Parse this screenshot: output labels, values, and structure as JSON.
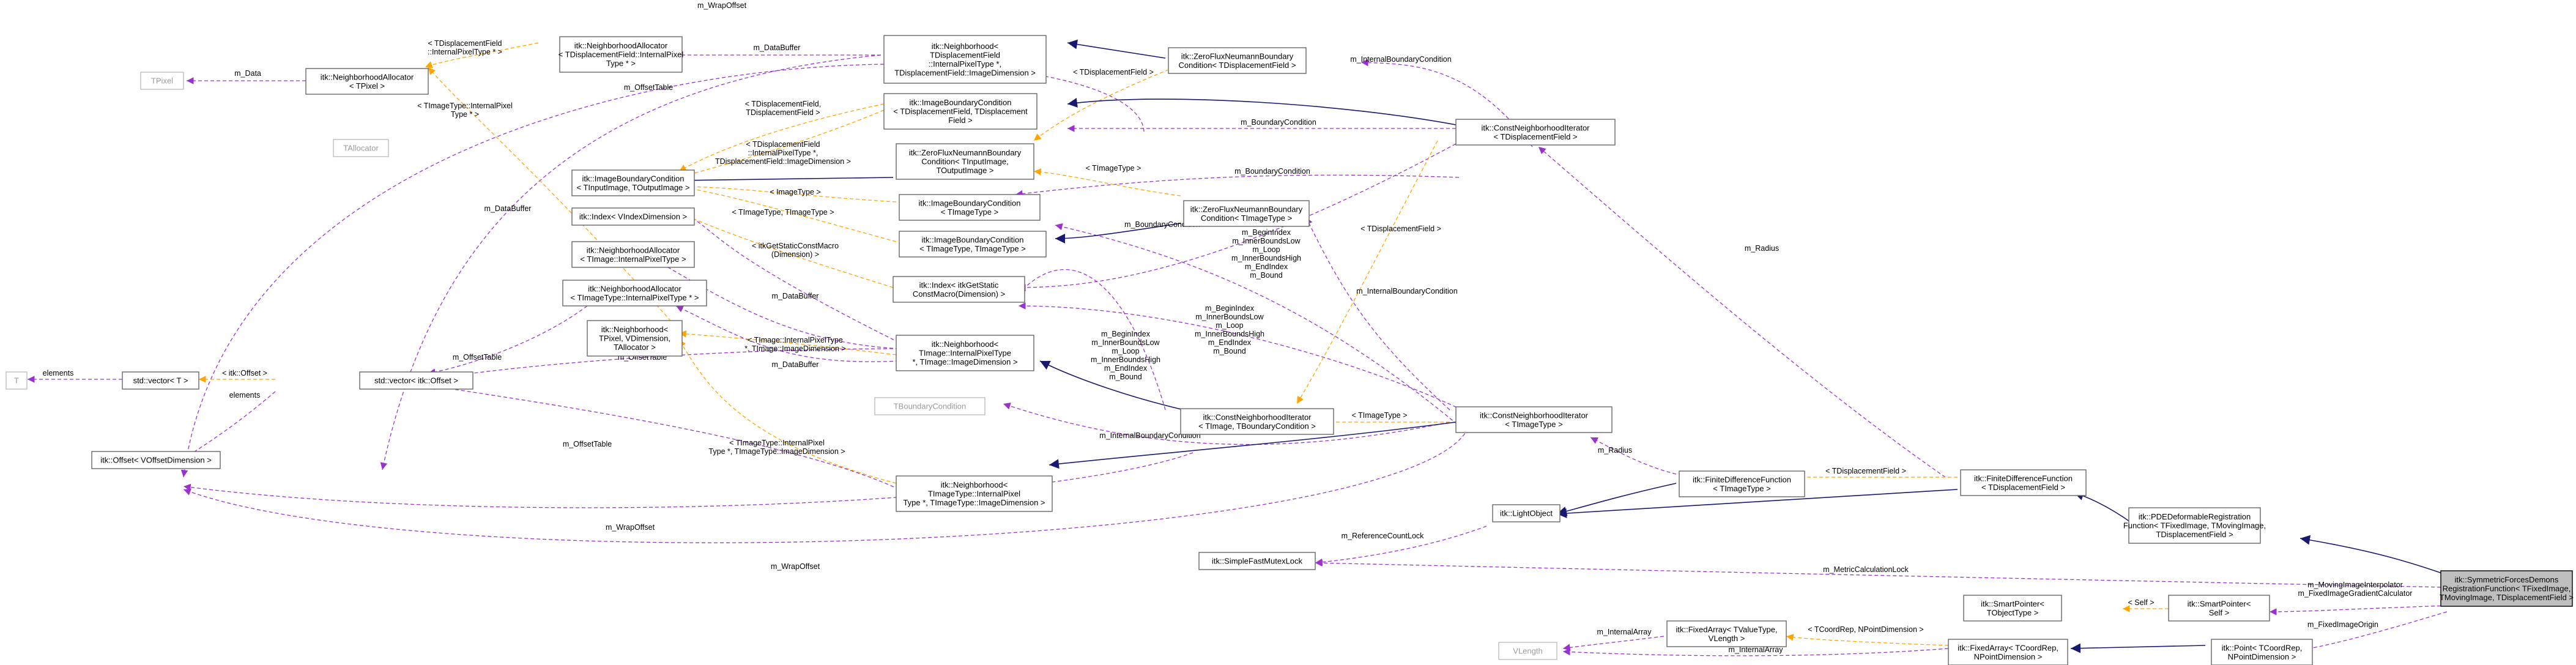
{
  "colors": {
    "inheritance": "#191970",
    "usage": "#9a32cd",
    "template": "#ffa500",
    "node_border": "#666666",
    "focus_fill": "#bfbfbf"
  },
  "nodes": {
    "tpixel": [
      "TPixel"
    ],
    "na_tpixel": [
      "itk::NeighborhoodAllocator",
      "< TPixel >"
    ],
    "na_tdf_ipt": [
      "itk::NeighborhoodAllocator",
      "< TDisplacementField::InternalPixel",
      "Type * >"
    ],
    "nb_tdf": [
      "itk::Neighborhood<",
      "TDisplacementField",
      "::InternalPixelType *,",
      "TDisplacementField::ImageDimension >"
    ],
    "zfn_tdf": [
      "itk::ZeroFluxNeumannBoundary",
      "Condition< TDisplacementField >"
    ],
    "ibc_tdf": [
      "itk::ImageBoundaryCondition",
      "< TDisplacementField, TDisplacement",
      "Field >"
    ],
    "cni_tdf": [
      "itk::ConstNeighborhoodIterator",
      "< TDisplacementField >"
    ],
    "tallocator": [
      "TAllocator"
    ],
    "ibc_tin": [
      "itk::ImageBoundaryCondition",
      "< TInputImage, TOutputImage >"
    ],
    "zfn_tin": [
      "itk::ZeroFluxNeumannBoundary",
      "Condition< TInputImage,",
      "TOutputImage >"
    ],
    "index_vdim": [
      "itk::Index< VIndexDimension >"
    ],
    "ibc_timg": [
      "itk::ImageBoundaryCondition",
      "< TImageType >"
    ],
    "zfn_timg": [
      "itk::ZeroFluxNeumannBoundary",
      "Condition< TImageType >"
    ],
    "na_timg_ipt": [
      "itk::NeighborhoodAllocator",
      "< TImage::InternalPixelType >"
    ],
    "ibc_timg2": [
      "itk::ImageBoundaryCondition",
      "< TImageType, TImageType >"
    ],
    "na_timg_iptp": [
      "itk::NeighborhoodAllocator",
      "< TImageType::InternalPixelType * >"
    ],
    "index_static": [
      "itk::Index< itkGetStatic",
      "ConstMacro(Dimension) >"
    ],
    "nb_tpixel": [
      "itk::Neighborhood<",
      "TPixel, VDimension,",
      "TAllocator >"
    ],
    "t": [
      "T"
    ],
    "vec_t": [
      "std::vector< T >"
    ],
    "vec_offset": [
      "std::vector< itk::Offset >"
    ],
    "nb_timage": [
      "itk::Neighborhood<",
      "TImage::InternalPixelType",
      "*, TImage::ImageDimension >"
    ],
    "tboundary": [
      "TBoundaryCondition"
    ],
    "cni_timage_tbc": [
      "itk::ConstNeighborhoodIterator",
      "< TImage, TBoundaryCondition >"
    ],
    "cni_timgtype": [
      "itk::ConstNeighborhoodIterator",
      "< TImageType >"
    ],
    "offset_vdim": [
      "itk::Offset< VOffsetDimension >"
    ],
    "nb_timgtype": [
      "itk::Neighborhood<",
      "TImageType::InternalPixel",
      "Type *, TImageType::ImageDimension >"
    ],
    "fdf_timg": [
      "itk::FiniteDifferenceFunction",
      "< TImageType >"
    ],
    "fdf_tdf": [
      "itk::FiniteDifferenceFunction",
      "< TDisplacementField >"
    ],
    "lightobject": [
      "itk::LightObject"
    ],
    "pde": [
      "itk::PDEDeformableRegistration",
      "Function< TFixedImage, TMovingImage,",
      "TDisplacementField >"
    ],
    "sfml": [
      "itk::SimpleFastMutexLock"
    ],
    "symmetric": [
      "itk::SymmetricForcesDemons",
      "RegistrationFunction< TFixedImage,",
      "TMovingImage, TDisplacementField >"
    ],
    "sp_tobj": [
      "itk::SmartPointer<",
      "TObjectType >"
    ],
    "sp_self": [
      "itk::SmartPointer<",
      "Self >"
    ],
    "fa_tvalue": [
      "itk::FixedArray< TValueType,",
      "VLength >"
    ],
    "vlength": [
      "VLength"
    ],
    "fa_tcoord": [
      "itk::FixedArray< TCoordRep,",
      "NPointDimension >"
    ],
    "point": [
      "itk::Point< TCoordRep,",
      "NPointDimension >"
    ]
  },
  "edge_labels": {
    "wrap_top": [
      "m_WrapOffset"
    ],
    "tdf_ipt_tmpl": [
      "< TDisplacementField",
      "::InternalPixelType * >"
    ],
    "data_buffer_top": [
      "m_DataBuffer"
    ],
    "m_data": [
      "m_Data"
    ],
    "tdf_tmpl": [
      "< TDisplacementField >"
    ],
    "ibc_tdf_tmpl": [
      "< TDisplacementField,",
      "TDisplacementField >"
    ],
    "tdf_ipt_dim": [
      "< TDisplacementField",
      "::InternalPixelType *,",
      "TDisplacementField::ImageDimension >"
    ],
    "internal_bc_top": [
      "m_InternalBoundaryCondition"
    ],
    "bc_top": [
      "m_BoundaryCondition"
    ],
    "offset_table_top": [
      "m_OffsetTable"
    ],
    "timg_ipt_tmpl": [
      "< TImageType::InternalPixel",
      "Type * >"
    ],
    "timagetype_tmpl": [
      "< TImageType >"
    ],
    "bc_mid": [
      "m_BoundaryCondition"
    ],
    "imagetype_tmpl": [
      "< ImageType >"
    ],
    "timg_timg_tmpl": [
      "< TImageType, TImageType >"
    ],
    "bc_lower": [
      "m_BoundaryCondition"
    ],
    "data_buffer_left": [
      "m_DataBuffer"
    ],
    "static_tmpl": [
      "< itkGetStaticConstMacro",
      "(Dimension) >"
    ],
    "begin_index_top": [
      "m_BeginIndex",
      "m_InnerBoundsLow",
      "m_Loop",
      "m_InnerBoundsHigh",
      "m_EndIndex",
      "m_Bound"
    ],
    "tdf_tmpl2": [
      "< TDisplacementField >"
    ],
    "radius_top": [
      "m_Radius"
    ],
    "internal_bc_mid": [
      "m_InternalBoundaryCondition"
    ],
    "data_buffer_mid": [
      "m_DataBuffer"
    ],
    "begin_index_mid": [
      "m_BeginIndex",
      "m_InnerBoundsLow",
      "m_Loop",
      "m_InnerBoundsHigh",
      "m_EndIndex",
      "m_Bound"
    ],
    "begin_index_lower": [
      "m_BeginIndex",
      "m_InnerBoundsLow",
      "m_Loop",
      "m_InnerBoundsHigh",
      "m_EndIndex",
      "m_Bound"
    ],
    "elements_t": [
      "elements"
    ],
    "offset_tmpl": [
      "< itk::Offset >"
    ],
    "offset_table_left": [
      "m_OffsetTable"
    ],
    "offset_table_mid": [
      "m_OffsetTable"
    ],
    "timage_ipt_tmpl": [
      "< TImage::InternalPixelType",
      "*, TImage::ImageDimension >"
    ],
    "data_buffer_low": [
      "m_DataBuffer"
    ],
    "elements_offset": [
      "elements"
    ],
    "timgtype_ipt_tmpl": [
      "< TImageType::InternalPixel",
      "Type *, TImageType::ImageDimension >"
    ],
    "offset_table_low": [
      "m_OffsetTable"
    ],
    "internal_bc_low": [
      "m_InternalBoundaryCondition"
    ],
    "timagetype_tmpl2": [
      "< TImageType >"
    ],
    "wrap_mid": [
      "m_WrapOffset"
    ],
    "radius_mid": [
      "m_Radius"
    ],
    "tdf_tmpl3": [
      "< TDisplacementField >"
    ],
    "wrap_low": [
      "m_WrapOffset"
    ],
    "ref_count_lock": [
      "m_ReferenceCountLock"
    ],
    "metric_lock": [
      "m_MetricCalculationLock"
    ],
    "self_tmpl": [
      "< Self >"
    ],
    "moving_interp": [
      "m_MovingImageInterpolator",
      "m_FixedImageGradientCalculator"
    ],
    "internal_array_top": [
      "m_InternalArray"
    ],
    "tcoord_tmpl": [
      "< TCoordRep, NPointDimension >"
    ],
    "internal_array_low": [
      "m_InternalArray"
    ],
    "fixed_origin": [
      "m_FixedImageOrigin"
    ]
  }
}
